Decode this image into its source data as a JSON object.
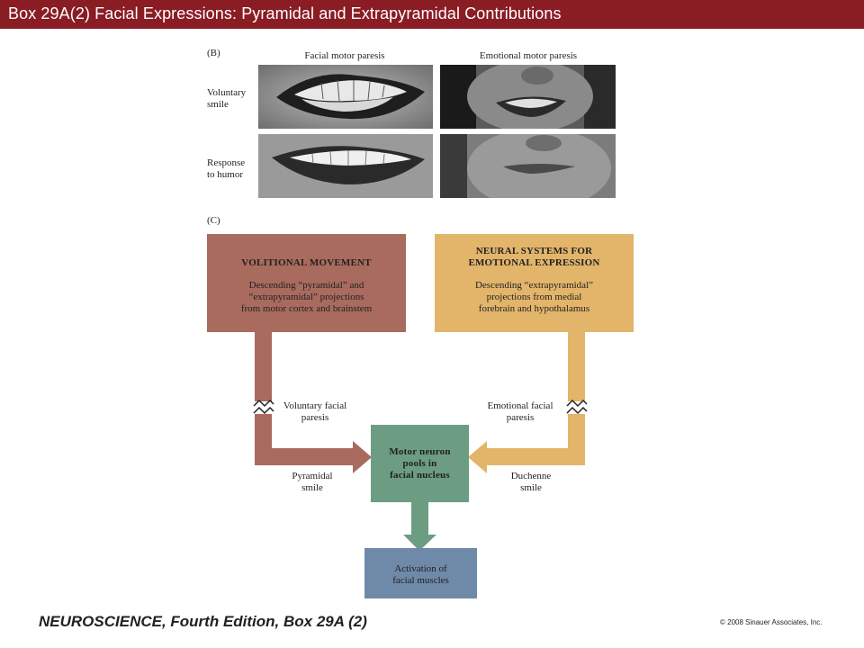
{
  "header": {
    "title": "Box 29A(2)  Facial Expressions: Pyramidal and Extrapyramidal Contributions"
  },
  "panel_b": {
    "label": "(B)",
    "columns": [
      "Facial motor paresis",
      "Emotional motor paresis"
    ],
    "rows": [
      {
        "label_line1": "Voluntary",
        "label_line2": "smile"
      },
      {
        "label_line1": "Response",
        "label_line2": "to humor"
      }
    ]
  },
  "panel_c": {
    "label": "(C)",
    "volitional": {
      "title": "VOLITIONAL MOVEMENT",
      "line1": "Descending “pyramidal” and",
      "line2": "“extrapyramidal” projections",
      "line3": "from motor cortex and brainstem"
    },
    "emotional": {
      "title_line1": "NEURAL SYSTEMS FOR",
      "title_line2": "EMOTIONAL EXPRESSION",
      "line1": "Descending “extrapyramidal”",
      "line2": "projections from medial",
      "line3": "forebrain and hypothalamus"
    },
    "motor": {
      "line1": "Motor neuron",
      "line2": "pools in",
      "line3": "facial nucleus"
    },
    "activation": {
      "line1": "Activation of",
      "line2": "facial muscles"
    },
    "voluntary_paresis": {
      "line1": "Voluntary facial",
      "line2": "paresis"
    },
    "emotional_paresis": {
      "line1": "Emotional facial",
      "line2": "paresis"
    },
    "pyramidal_smile": {
      "line1": "Pyramidal",
      "line2": "smile"
    },
    "duchenne_smile": {
      "line1": "Duchenne",
      "line2": "smile"
    }
  },
  "colors": {
    "title_bar": "#8a1c24",
    "volitional": "#a86b5e",
    "emotional": "#e2b56b",
    "motor": "#6c9d83",
    "activation": "#6f8aa8"
  },
  "footer": {
    "book": "NEUROSCIENCE, Fourth Edition, Box 29A (2)",
    "copyright": "© 2008 Sinauer Associates, Inc."
  }
}
